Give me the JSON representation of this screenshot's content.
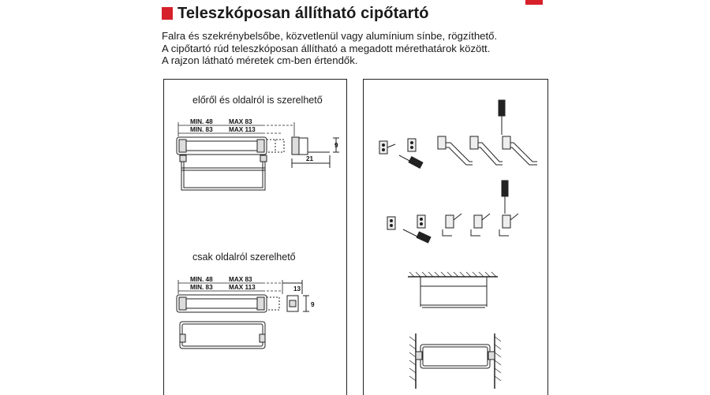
{
  "header": {
    "title": "Teleszkóposan állítható cipőtartó",
    "accent_color": "#d6202a"
  },
  "intro": {
    "line1": "Falra és szekrénybelsőbe, közvetlenül vagy alumínium sínbe, rögzíthető.",
    "line2": "A cipőtartó rúd teleszkóposan állítható a megadott mérethatárok között.",
    "line3": "A rajzon látható méretek cm-ben értendők."
  },
  "left_panel": {
    "top_caption": "előről és oldalról is szerelhető",
    "bottom_caption": "csak oldalról szerelhető",
    "top_dims": {
      "min1": "MIN. 48",
      "max1": "MAX 83",
      "min2": "MIN. 83",
      "max2": "MAX 113",
      "side_width": "21",
      "height_mark": "9"
    },
    "bottom_dims": {
      "min1": "MIN. 48",
      "max1": "MAX 83",
      "min2": "MIN. 83",
      "max2": "MAX 113",
      "side_width": "13",
      "height_mark": "9"
    }
  },
  "right_panel": {
    "icons": [
      "screwdriver-icon",
      "bracket-icon",
      "ceiling-mount-icon",
      "wall-mount-icon"
    ]
  }
}
